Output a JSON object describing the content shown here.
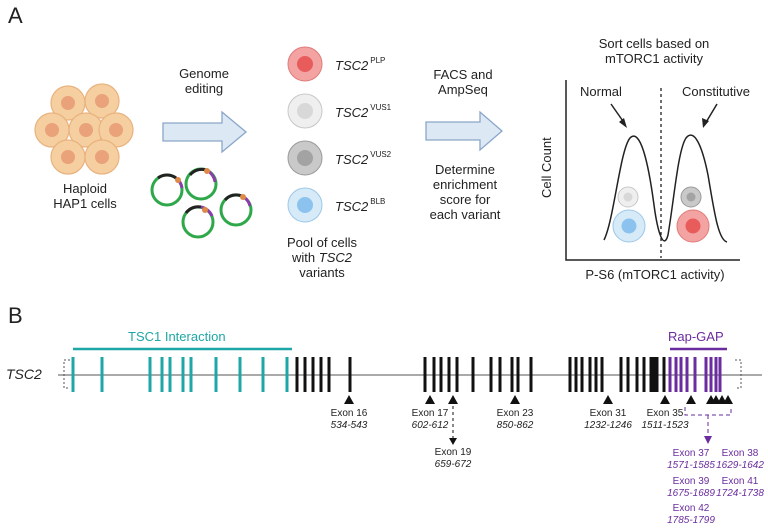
{
  "panel_a": {
    "label": "A",
    "haploid_label": "Haploid\nHAP1 cells",
    "genome_editing_label": "Genome\nediting",
    "variants": [
      {
        "gene": "TSC2",
        "class": "PLP",
        "color": "#f08080"
      },
      {
        "gene": "TSC2",
        "class": "VUS1",
        "color": "#e6e6e6"
      },
      {
        "gene": "TSC2",
        "class": "VUS2",
        "color": "#bdbdbd"
      },
      {
        "gene": "TSC2",
        "class": "BLB",
        "color": "#c5e0f5"
      }
    ],
    "pool_label_1": "Pool of cells",
    "pool_label_2": "with",
    "pool_gene": "TSC2",
    "pool_label_3": "variants",
    "facs_label": "FACS and\nAmpSeq",
    "enrichment_label": "Determine\nenrichment\nscore for\neach variant",
    "sort_title": "Sort cells based on\nmTORC1 activity",
    "normal_label": "Normal",
    "constitutive_label": "Constitutive",
    "y_axis_label": "Cell Count",
    "x_axis_label": "P-S6 (mTORC1 activity)"
  },
  "panel_b": {
    "label": "B",
    "gene_label": "TSC2",
    "tsc1_label": "TSC1 Interaction",
    "rapgap_label": "Rap-GAP",
    "exons": [
      {
        "name": "Exon 16",
        "range": "534-543"
      },
      {
        "name": "Exon 17",
        "range": "602-612"
      },
      {
        "name": "Exon 19",
        "range": "659-672"
      },
      {
        "name": "Exon 23",
        "range": "850-862"
      },
      {
        "name": "Exon 31",
        "range": "1232-1246"
      },
      {
        "name": "Exon 35",
        "range": "1511-1523"
      },
      {
        "name": "Exon 37",
        "range": "1571-1585"
      },
      {
        "name": "Exon 38",
        "range": "1629-1642"
      },
      {
        "name": "Exon 39",
        "range": "1675-1689"
      },
      {
        "name": "Exon 41",
        "range": "1724-1738"
      },
      {
        "name": "Exon 42",
        "range": "1785-1799"
      }
    ]
  },
  "colors": {
    "teal": "#1fa6a6",
    "purple": "#6a2c9e",
    "cell_fill": "#f6cfa0",
    "cell_nucleus": "#e9a27a",
    "arrow_fill": "#dde8f5",
    "arrow_stroke": "#8aa6c8"
  }
}
